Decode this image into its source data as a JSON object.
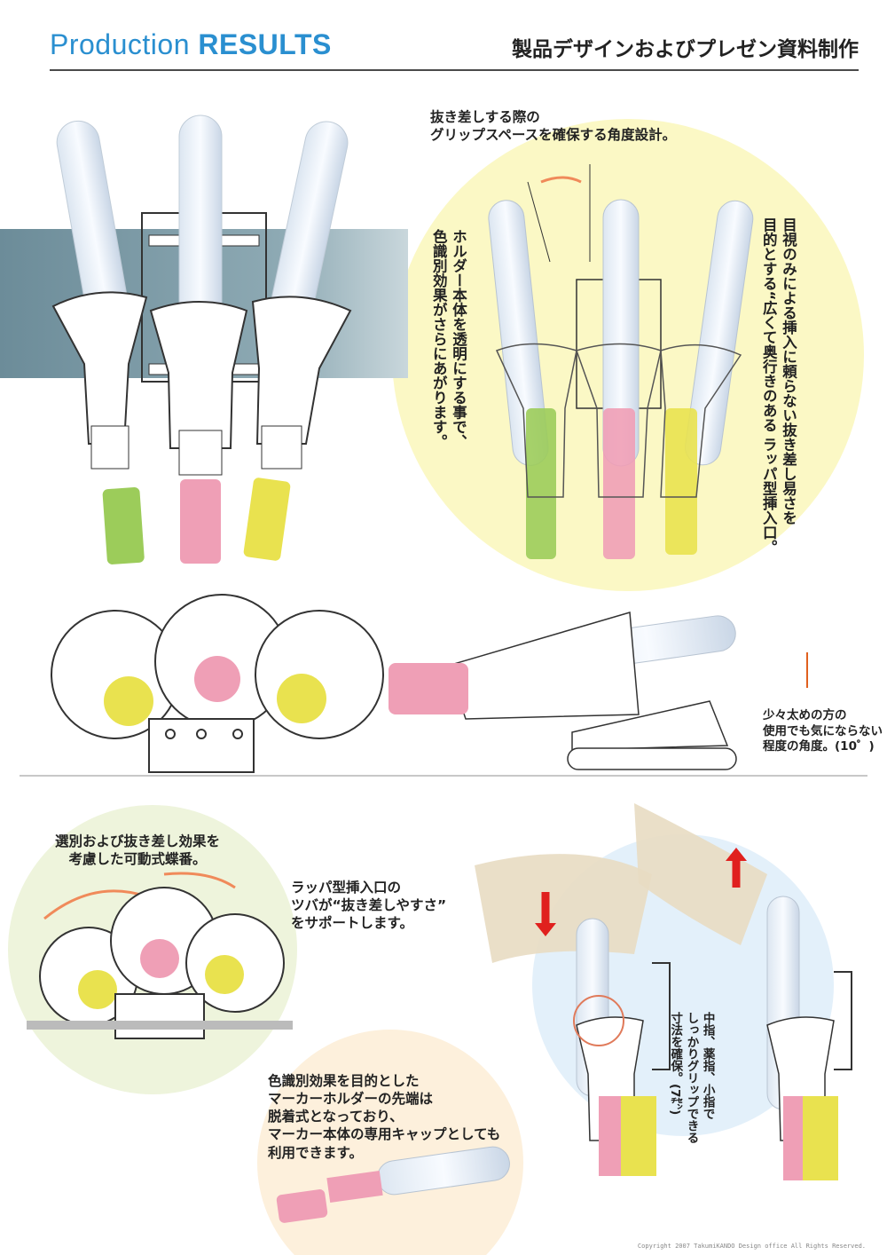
{
  "header": {
    "title_light": "Production",
    "title_bold": "RESULTS",
    "subtitle": "製品デザインおよびプレゼン資料制作"
  },
  "notes": {
    "grip_space": "抜き差しする際の\nグリップスペースを確保する角度設計。",
    "transparent_body": "ホルダー本体を透明にする事で、\n色識別効果がさらにあがります。",
    "trumpet_inlet": "目視のみによる挿入に頼らない抜き差し易さを\n目的とする“広くて奥行きのある ラッパ型挿入口。",
    "angle": "少々太めの方の\n使用でも気にならない\n程度の角度。(10゜)",
    "hinge": "選別および抜き差し効果を\n考慮した可動式蝶番。",
    "flange": "ラッパ型挿入口の\nツバが“抜き差しやすさ”\nをサポートします。",
    "finger_grip": "中指、薬指、小指で\nしっかりグリップできる\n寸法を確保。(7㌢)",
    "tip_cap": "色識別効果を目的とした\nマーカーホルダーの先端は\n脱着式となっており、\nマーカー本体の専用キャップとしても\n利用できます。"
  },
  "colors": {
    "accent_blue": "#2a8fd0",
    "marker_green": "#9ccc5a",
    "marker_pink": "#ef9fb6",
    "marker_yellow": "#e9e24f",
    "circle_yellow": "#fbf8c5",
    "circle_green": "#eef4dc",
    "circle_blue": "#e3f0fa",
    "circle_peach": "#fdf0dc",
    "arrow_red": "#e0201e",
    "wall_blue": "#6c8c99"
  },
  "footer": {
    "copyright": "Copyright 2007 TakumiKANDO Design office All Rights Reserved."
  }
}
